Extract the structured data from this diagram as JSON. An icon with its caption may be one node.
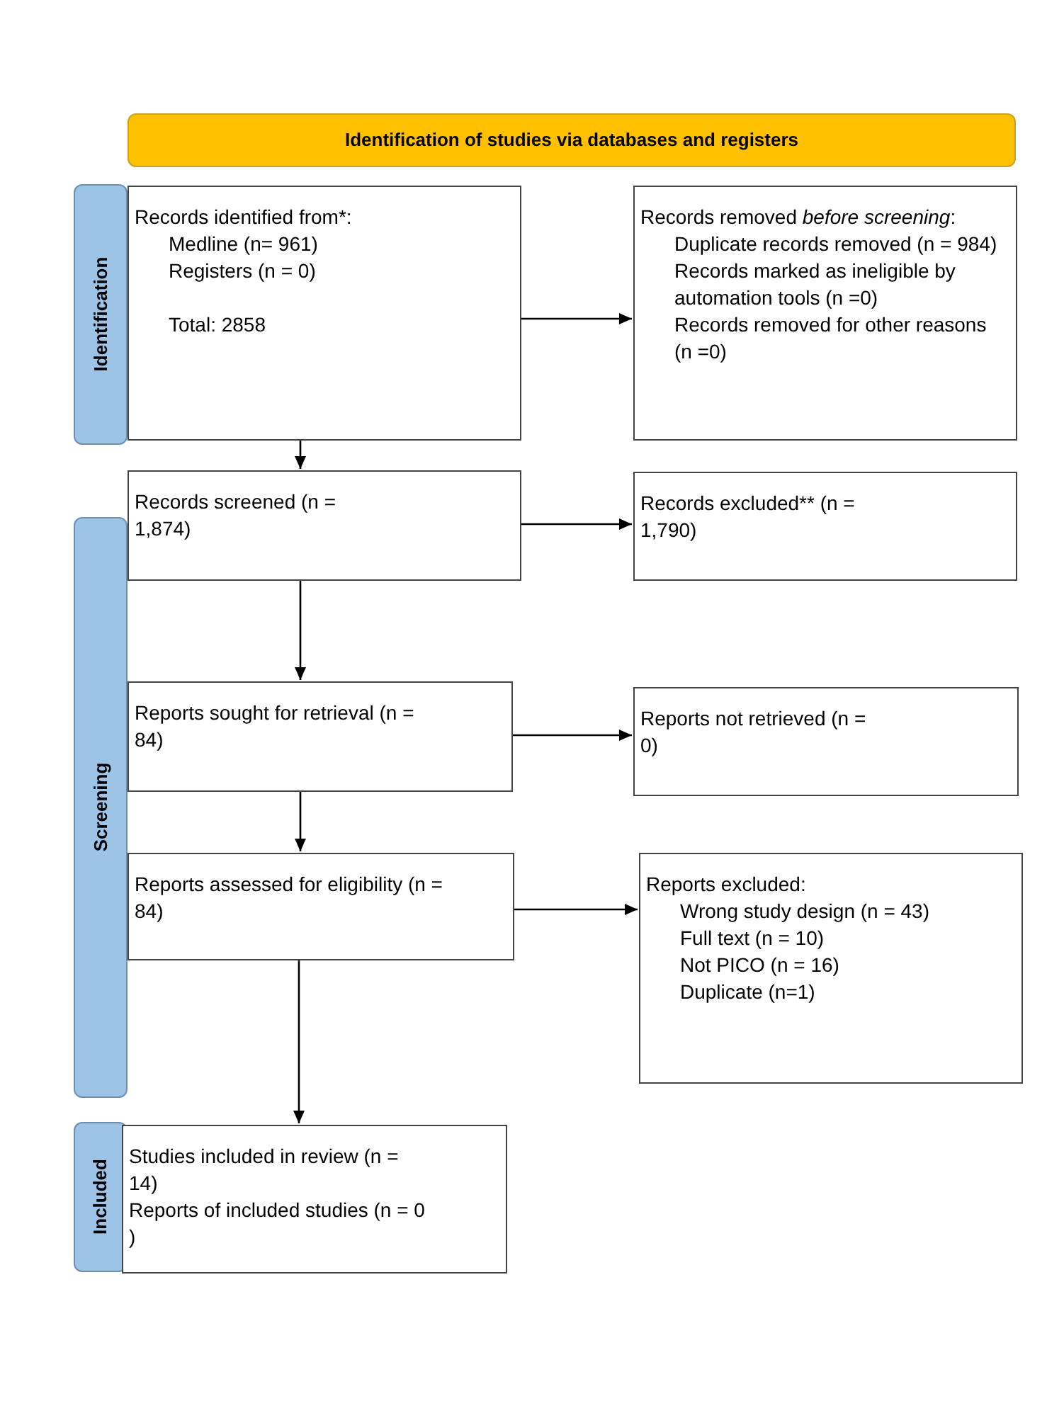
{
  "diagram": {
    "nodes": [
      {
        "text": [
          "Identification of studies via databases and registers"
        ]
      },
      {
        "text": [
          "Identification"
        ]
      },
      {
        "text": [
          "Screening"
        ]
      },
      {
        "text": [
          "Included"
        ]
      },
      {
        "text": [
          "Records identified from*:",
          "Medline (n= 961)",
          "Registers (n = 0)",
          "Total: 2858"
        ]
      },
      {
        "text": [
          "Records removed *before screening*:",
          "Duplicate records removed (n = 984)",
          "Records marked as ineligible by automation tools (n =0)",
          "Records removed for other reasons (n =0)"
        ]
      },
      {
        "text": [
          "Records screened (n = 1,874)"
        ]
      },
      {
        "text": [
          "Records excluded** (n = 1,790)"
        ]
      },
      {
        "text": [
          "Reports sought for retrieval (n = 84)"
        ]
      },
      {
        "text": [
          "Reports not retrieved (n = 0)"
        ]
      },
      {
        "text": [
          "Reports assessed for eligibility (n = 84)"
        ]
      },
      {
        "text": [
          "Reports excluded:",
          "Wrong study design (n = 43)",
          "Full text (n = 10)",
          "Not PICO (n = 16)",
          "Duplicate (n=1)"
        ]
      },
      {
        "text": [
          "Studies included in review (n = 14)",
          "Reports of included studies (n = 0 )"
        ]
      }
    ],
    "edges": [
      {
        "from": 4,
        "to": 5,
        "arrow": "to"
      },
      {
        "from": 4,
        "to": 6,
        "arrow": "to"
      },
      {
        "from": 6,
        "to": 7,
        "arrow": "to"
      },
      {
        "from": 6,
        "to": 8,
        "arrow": "to"
      },
      {
        "from": 8,
        "to": 9,
        "arrow": "to"
      },
      {
        "from": 8,
        "to": 10,
        "arrow": "to"
      },
      {
        "from": 10,
        "to": 11,
        "arrow": "to"
      },
      {
        "from": 10,
        "to": 12,
        "arrow": "to"
      }
    ]
  }
}
